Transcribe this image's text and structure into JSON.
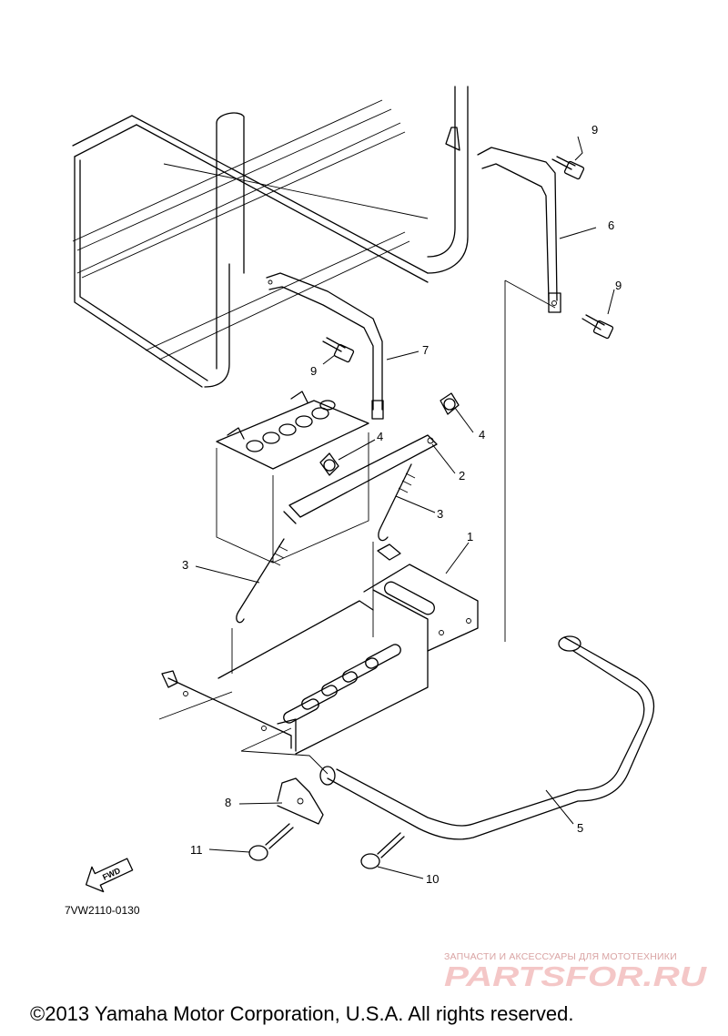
{
  "diagram": {
    "part_labels": [
      {
        "id": "9a",
        "text": "9"
      },
      {
        "id": "6",
        "text": "6"
      },
      {
        "id": "9b",
        "text": "9"
      },
      {
        "id": "7",
        "text": "7"
      },
      {
        "id": "9c",
        "text": "9"
      },
      {
        "id": "4a",
        "text": "4"
      },
      {
        "id": "4b",
        "text": "4"
      },
      {
        "id": "2",
        "text": "2"
      },
      {
        "id": "3a",
        "text": "3"
      },
      {
        "id": "3b",
        "text": "3"
      },
      {
        "id": "1",
        "text": "1"
      },
      {
        "id": "8",
        "text": "8"
      },
      {
        "id": "5",
        "text": "5"
      },
      {
        "id": "11",
        "text": "11"
      },
      {
        "id": "10",
        "text": "10"
      }
    ],
    "fwd_label": "FWD",
    "figure_code": "7VW2110-0130"
  },
  "watermark": {
    "tagline": "ЗАПЧАСТИ И АКСЕССУАРЫ ДЛЯ МОТОТЕХНИКИ",
    "logo_text": "PARTSFOR.RU"
  },
  "footer": {
    "copyright": "©2013 Yamaha Motor Corporation, U.S.A. All rights reserved."
  }
}
